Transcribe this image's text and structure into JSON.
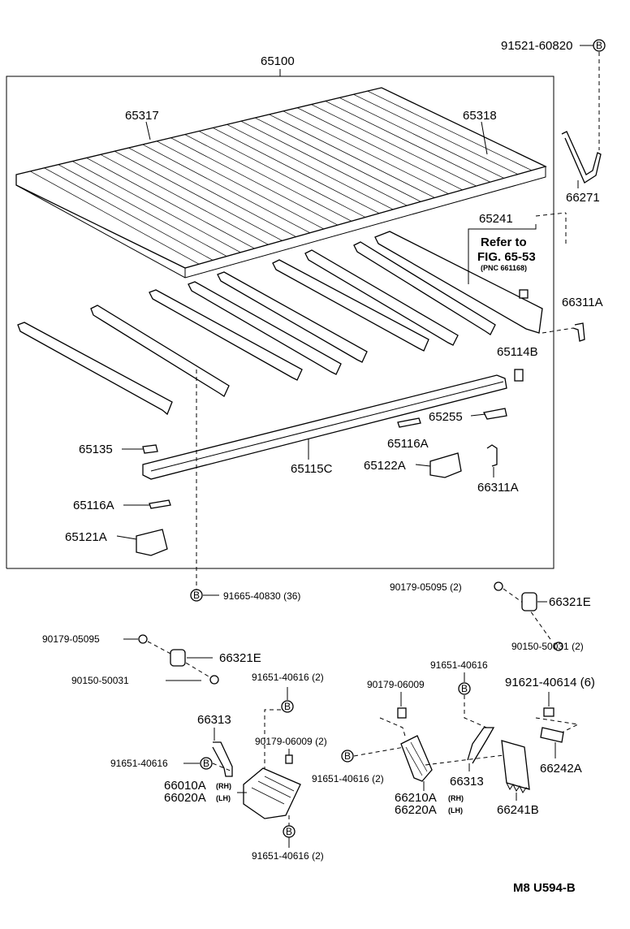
{
  "labels": {
    "assembly": "65100",
    "bolt_top": "91521-60820",
    "bracket_66271": "66271",
    "floor_left": "65317",
    "floor_right": "65318",
    "sill_65241": "65241",
    "refer_line1": "Refer to",
    "refer_line2": "FIG. 65-53",
    "refer_line3": "(PNC 661168)",
    "clip_66311A_top": "66311A",
    "p65114B": "65114B",
    "p65255": "65255",
    "p65116A_mid": "65116A",
    "p65122A": "65122A",
    "clip_66311A_low": "66311A",
    "p65135": "65135",
    "p65115C": "65115C",
    "p65116A_left": "65116A",
    "p65121A": "65121A",
    "bolt_91665": "91665-40830 (36)",
    "nut_90179_r": "90179-05095 (2)",
    "p66321E_r": "66321E",
    "bolt_90150_r": "90150-50031 (2)",
    "nut_90179_l": "90179-05095",
    "p66321E_l": "66321E",
    "bolt_90150_l": "90150-50031",
    "bolt_91651_a": "91651-40616 (2)",
    "p66313_l": "66313",
    "nut_90179_06009_l": "90179-06009 (2)",
    "bolt_91651_b": "91651-40616",
    "p66010A": "66010A",
    "p66020A": "66020A",
    "rh": "(RH)",
    "lh": "(LH)",
    "bolt_91651_c": "91651-40616 (2)",
    "bolt_91651_d": "91651-40616",
    "nut_90179_06009_r": "90179-06009",
    "bolt_91621": "91621-40614 (6)",
    "bolt_91651_e": "91651-40616 (2)",
    "p66313_r": "66313",
    "p66242A": "66242A",
    "p66210A": "66210A",
    "p66220A": "66220A",
    "p66241B": "66241B",
    "figure_code": "M8 U594-B",
    "marker": "B"
  }
}
